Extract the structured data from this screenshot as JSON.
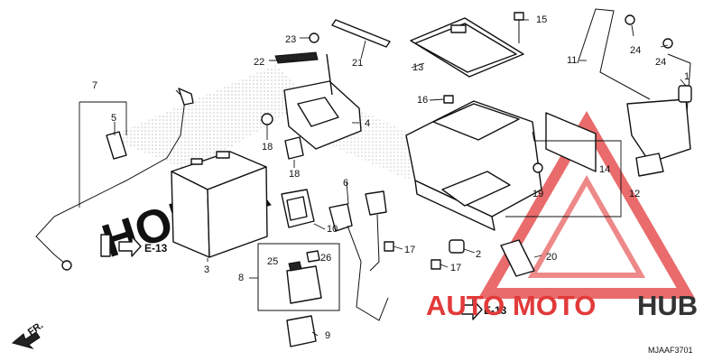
{
  "callouts": [
    {
      "n": "1"
    },
    {
      "n": "2"
    },
    {
      "n": "3"
    },
    {
      "n": "4"
    },
    {
      "n": "5"
    },
    {
      "n": "6"
    },
    {
      "n": "7"
    },
    {
      "n": "8"
    },
    {
      "n": "9"
    },
    {
      "n": "10"
    },
    {
      "n": "11"
    },
    {
      "n": "12"
    },
    {
      "n": "13"
    },
    {
      "n": "14"
    },
    {
      "n": "15"
    },
    {
      "n": "16"
    },
    {
      "n": "17"
    },
    {
      "n": "17"
    },
    {
      "n": "18"
    },
    {
      "n": "18"
    },
    {
      "n": "19"
    },
    {
      "n": "20"
    },
    {
      "n": "21"
    },
    {
      "n": "22"
    },
    {
      "n": "23"
    },
    {
      "n": "24"
    },
    {
      "n": "24"
    },
    {
      "n": "25"
    },
    {
      "n": "26"
    }
  ],
  "references": [
    "E-13",
    "E-13"
  ],
  "direction_label": "FR.",
  "diagram_code": "MJAAF3701",
  "watermark": {
    "part1": "AUTO",
    "part2": "MOTO",
    "part3": "HUB",
    "color_red": "#e23a3a",
    "color_dark": "#333333"
  },
  "background_brand": "HONDA"
}
